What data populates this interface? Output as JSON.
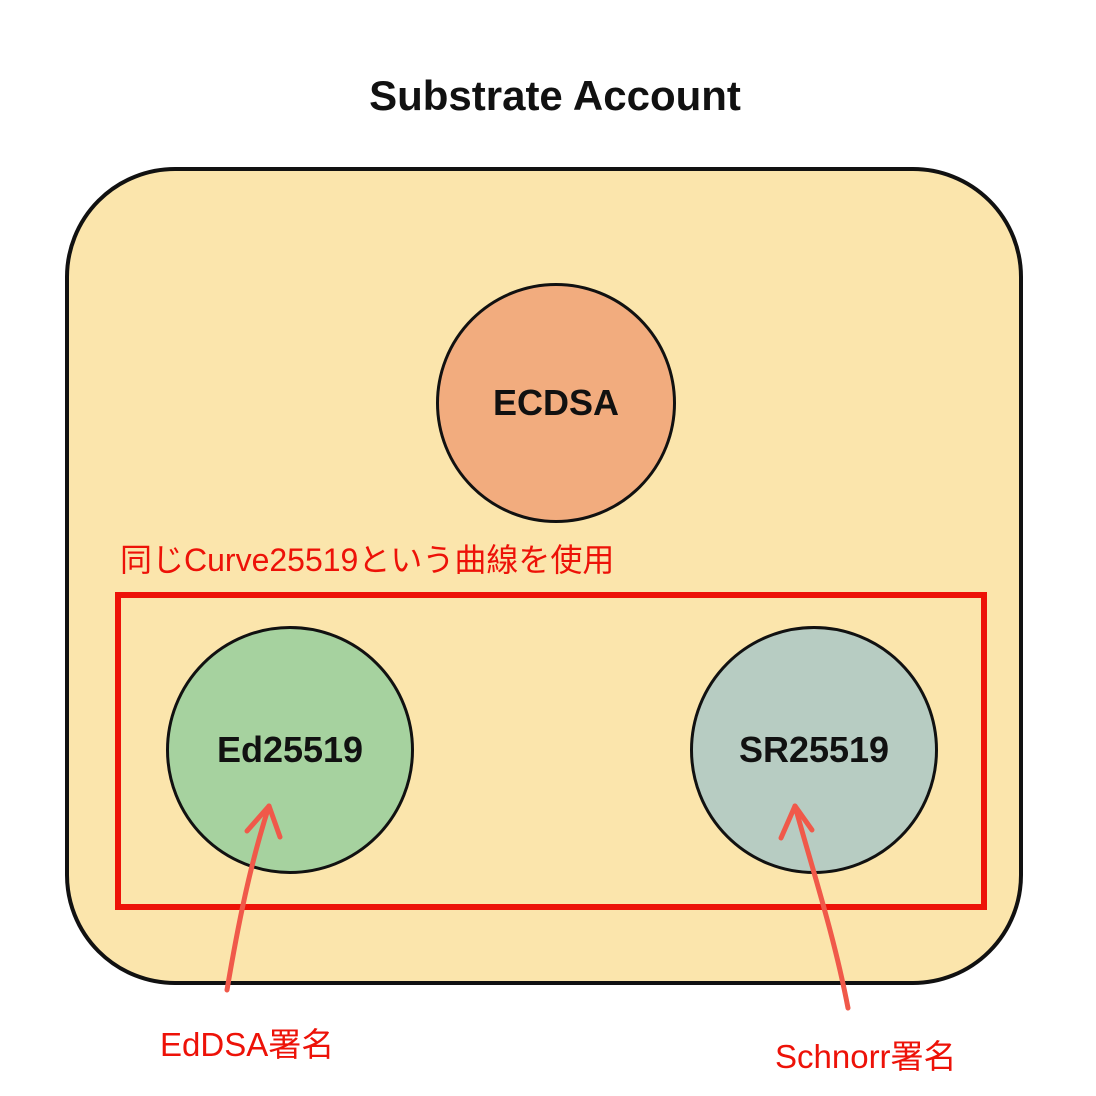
{
  "title": "Substrate Account",
  "container": {
    "name": "substrate-account-box",
    "fill_color": "#FBE5AC",
    "border_color": "#111111"
  },
  "nodes": [
    {
      "id": "ecdsa",
      "label": "ECDSA",
      "fill_color": "#F2AC7E"
    },
    {
      "id": "ed25519",
      "label": "Ed25519",
      "fill_color": "#A6D29F"
    },
    {
      "id": "sr25519",
      "label": "SR25519",
      "fill_color": "#B7CCC2"
    }
  ],
  "annotations": {
    "curve_note": "同じCurve25519という曲線を使用",
    "eddsa_signature_label": "EdDSA署名",
    "schnorr_signature_label": "Schnorr署名",
    "accent_color": "#ED1208",
    "arrow_color": "#F0594A"
  }
}
